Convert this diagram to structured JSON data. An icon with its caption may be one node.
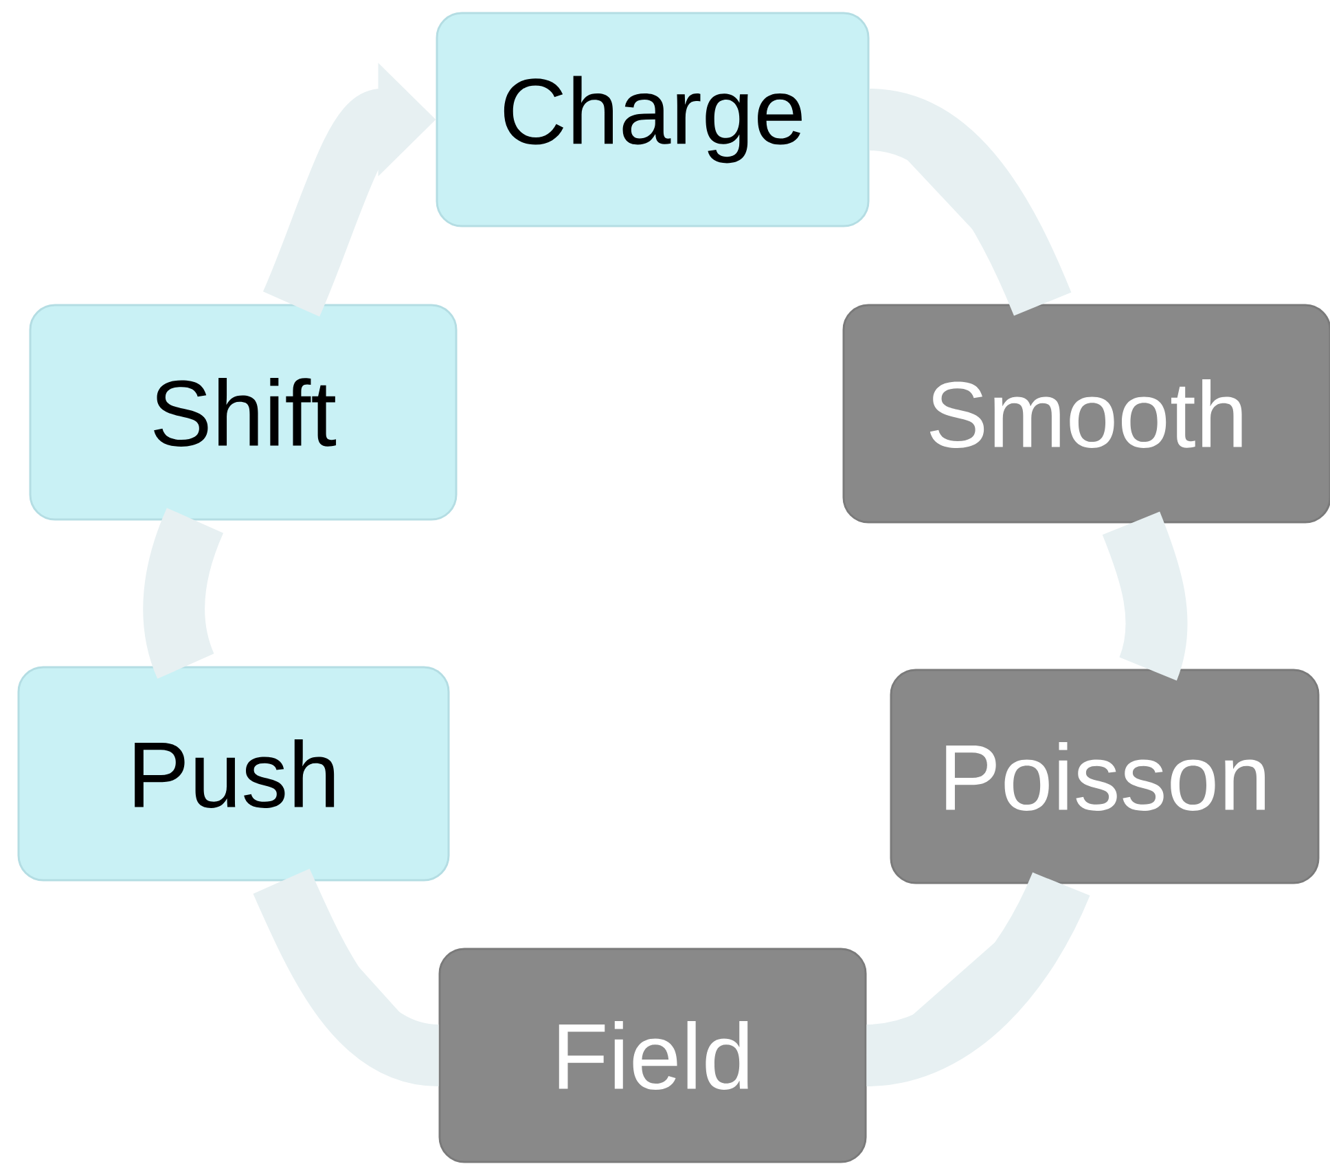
{
  "diagram": {
    "nodes": [
      {
        "text": [
          "Charge"
        ]
      },
      {
        "text": [
          "Smooth"
        ]
      },
      {
        "text": [
          "Poisson"
        ]
      },
      {
        "text": [
          "Field"
        ]
      },
      {
        "text": [
          "Push"
        ]
      },
      {
        "text": [
          "Shift"
        ]
      }
    ],
    "edges": [
      {
        "from": 0,
        "to": 1,
        "arrow": "none"
      },
      {
        "from": 1,
        "to": 2,
        "arrow": "none"
      },
      {
        "from": 2,
        "to": 3,
        "arrow": "none"
      },
      {
        "from": 3,
        "to": 4,
        "arrow": "none"
      },
      {
        "from": 4,
        "to": 5,
        "arrow": "none"
      },
      {
        "from": 5,
        "to": 0,
        "arrow": "to"
      }
    ]
  }
}
